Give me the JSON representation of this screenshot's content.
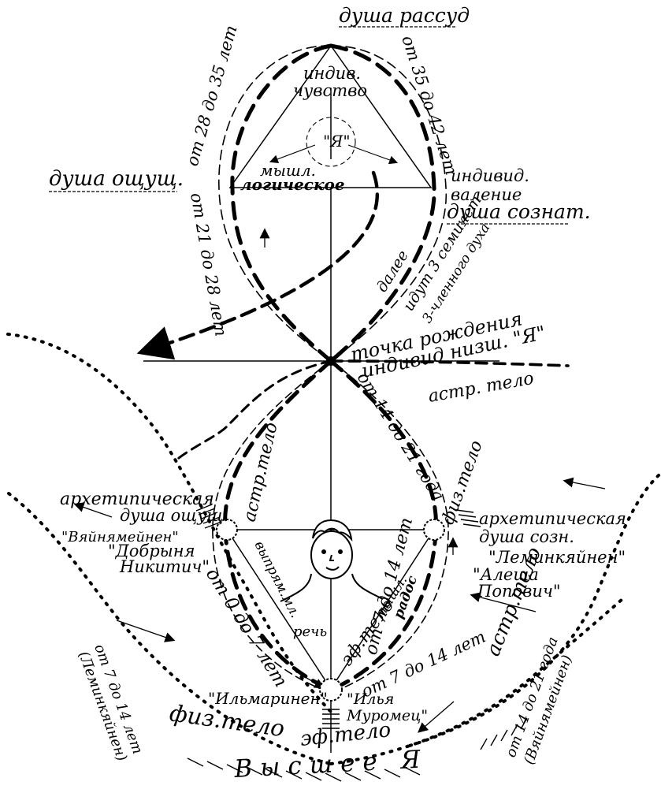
{
  "labels": {
    "soul_rational": "душа рассуд",
    "soul_sentient": "душа ощущ.",
    "soul_conscious": "душа сознат.",
    "age_28_35": "от 28 до 35 лет",
    "age_35_42": "от 35 до 42 лет",
    "age_21_28": "от 21 до 28 лет",
    "indiv_feeling_1": "индив.",
    "indiv_feeling_2": "чувство",
    "ego_center": "\"Я\"",
    "thinking_1": "мышл.",
    "thinking_2": "логическое",
    "indiv_will_1": "индивид.",
    "indiv_will_2": "валение",
    "further_1": "далее",
    "further_2": "идут 3 семилет.",
    "further_3": "3-членного духа",
    "birth_point_1": "точка рождения",
    "birth_point_2": "индивид низш. \"Я\"",
    "astral_body_top": "астр. тело",
    "age_14_21": "от 14 до 21 года",
    "astral_body_left": "астр.тело",
    "phys_body_right": "физ.тело",
    "archetypal_sentient_1": "архетипическая",
    "archetypal_sentient_2": "душа ощущ.",
    "vainamoinen": "\"Вяйнямейнен\"",
    "dobrynya_1": "\"Добрыня",
    "dobrynya_2": "Никитич\"",
    "archetypal_conscious_1": "архетипическая",
    "archetypal_conscious_2": "душа созн.",
    "lemminkainen": "\"Леминкяйнен\"",
    "alesha_1": "\"Алеша",
    "alesha_2": "Попович\"",
    "thinking_straight": "выпрям.мл.",
    "speech": "речь",
    "thinking_left": "мышл.",
    "joy": "радос",
    "etheric_body_center": "эф.тело",
    "age_0_7": "от 0 до 7 лет",
    "age_7_14_right": "от 7 до 14 лет",
    "age_7_14_lower": "от 7 до 14 лет",
    "ilmarinen": "\"Ильмаринен\"",
    "ilya_1": "\"Илья",
    "ilya_2": "Муромец\"",
    "phys_body_bottom": "физ.тело",
    "etheric_body_bottom": "эф.тело",
    "astral_body_bottom_right": "астр.тело",
    "age_7_14_left_1": "от 7 до 14 лет",
    "age_7_14_left_2": "(Леминкяйнен)",
    "age_14_21_right_1": "от 14 до 21 года",
    "age_14_21_right_2": "(Вяйнямейнен)",
    "higher_self": "Высшее Я"
  }
}
